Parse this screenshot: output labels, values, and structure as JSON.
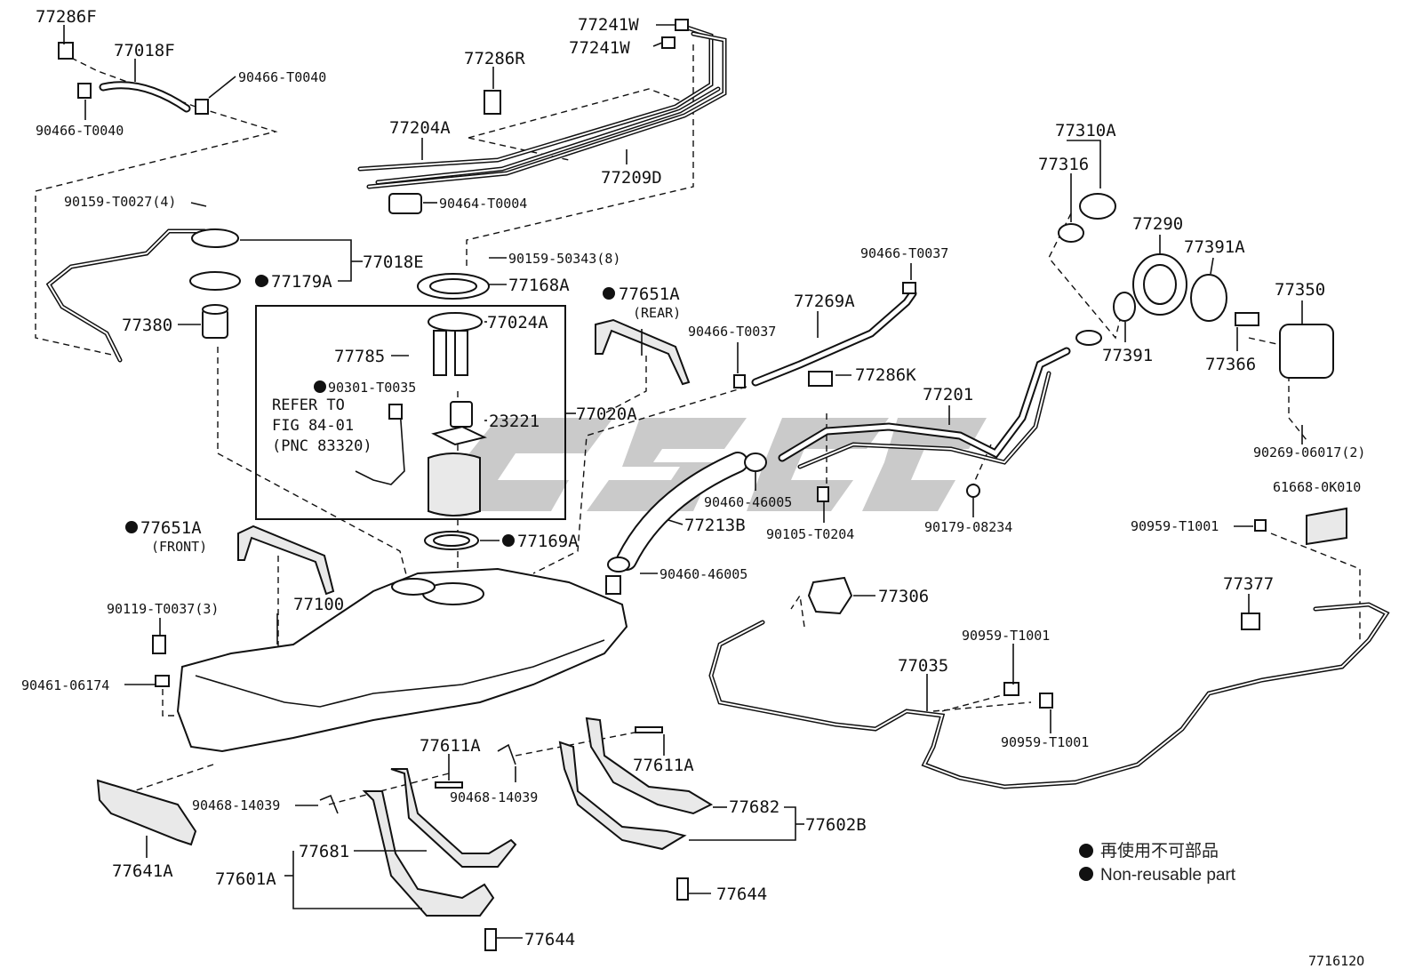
{
  "labels": {
    "p77286F": "77286F",
    "p77018F": "77018F",
    "p90466T0040a": "90466-T0040",
    "p90466T0040b": "90466-T0040",
    "p77241Wa": "77241W",
    "p77241Wb": "77241W",
    "p77286R": "77286R",
    "p77204A": "77204A",
    "p77209D": "77209D",
    "p90464T0004": "90464-T0004",
    "p90159T0027": "90159-T0027(4)",
    "p77018E": "77018E",
    "p77179A": "77179A",
    "p77380": "77380",
    "p90159_50343": "90159-50343(8)",
    "p77168A": "77168A",
    "p77024A": "77024A",
    "p77785": "77785",
    "p90301T0035": "90301-T0035",
    "p23221": "23221",
    "p77020A": "77020A",
    "p77651A_rear": "77651A",
    "rear": "(REAR)",
    "p77651A_front": "77651A",
    "front": "(FRONT)",
    "p77169A": "77169A",
    "p77100": "77100",
    "p90119T0037": "90119-T0037(3)",
    "p90461_06174": "90461-06174",
    "p77310A": "77310A",
    "p77316": "77316",
    "p77290": "77290",
    "p77391A": "77391A",
    "p77350": "77350",
    "p77391": "77391",
    "p77366": "77366",
    "p90466T0037a": "90466-T0037",
    "p90466T0037b": "90466-T0037",
    "p77269A": "77269A",
    "p77286K": "77286K",
    "p77201": "77201",
    "p90460_46005a": "90460-46005",
    "p77213B": "77213B",
    "p90105T0204": "90105-T0204",
    "p90179_08234": "90179-08234",
    "p90269_06017": "90269-06017(2)",
    "p61668_0K010": "61668-0K010",
    "p90959T1001a": "90959-T1001",
    "p90460_46005b": "90460-46005",
    "p77306": "77306",
    "p77377": "77377",
    "p90959T1001b": "90959-T1001",
    "p77035": "77035",
    "p90959T1001c": "90959-T1001",
    "p77611Aa": "77611A",
    "p77611Ab": "77611A",
    "p90468_14039a": "90468-14039",
    "p90468_14039b": "90468-14039",
    "p77682": "77682",
    "p77602B": "77602B",
    "p77641A": "77641A",
    "p77681": "77681",
    "p77601A": "77601A",
    "p77644a": "77644",
    "p77644b": "77644"
  },
  "refer": {
    "line1": "REFER TO",
    "line2": "FIG 84-01",
    "line3": "(PNC 83320)"
  },
  "legend": {
    "jp": "再使用不可部品",
    "en": "Non-reusable part"
  },
  "figure_code": "771612O"
}
